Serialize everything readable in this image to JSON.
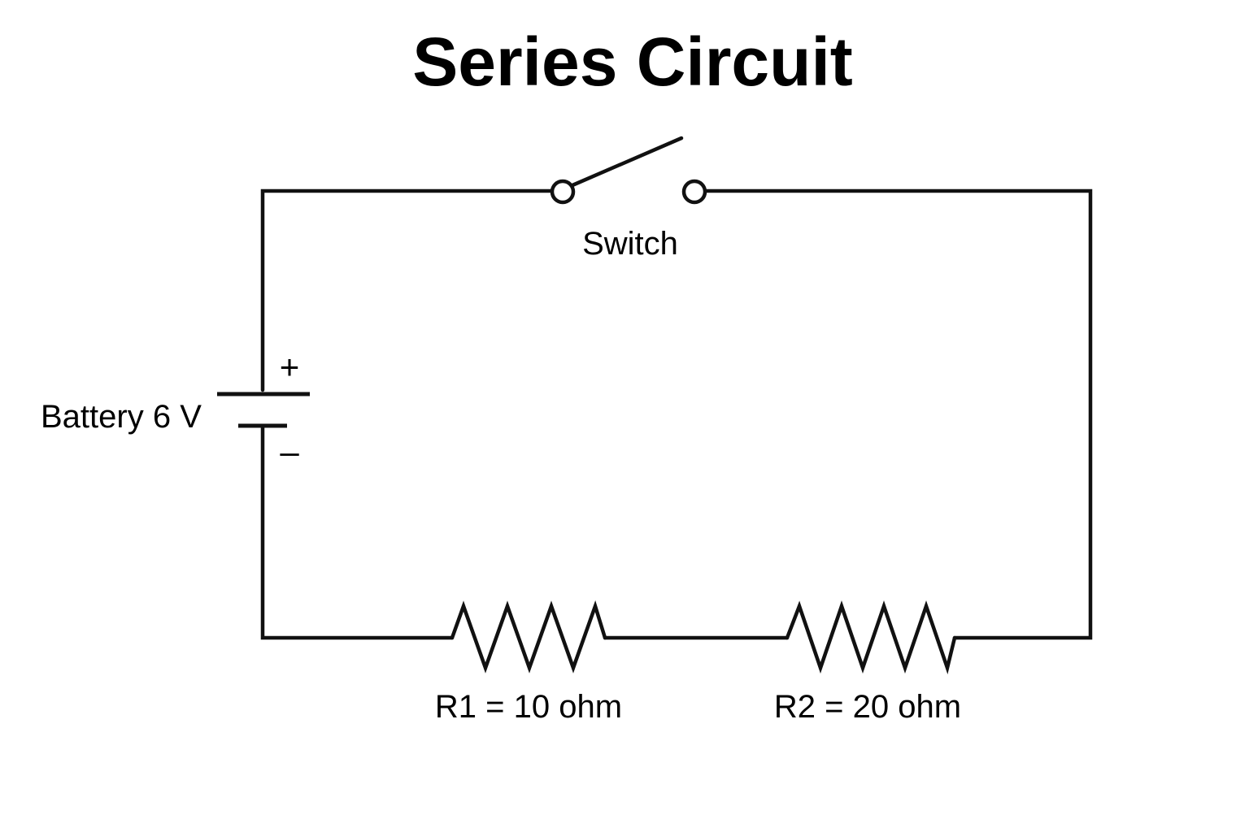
{
  "title": "Series Circuit",
  "components": {
    "switch": {
      "label": "Switch",
      "state": "open"
    },
    "battery": {
      "label": "Battery 6 V",
      "plus_sign": "+",
      "minus_sign": "–"
    },
    "resistor_1": {
      "label": "R1 = 10 ohm"
    },
    "resistor_2": {
      "label": "R2 = 20 ohm"
    }
  },
  "colors": {
    "line": "#111111",
    "background": "#ffffff"
  }
}
